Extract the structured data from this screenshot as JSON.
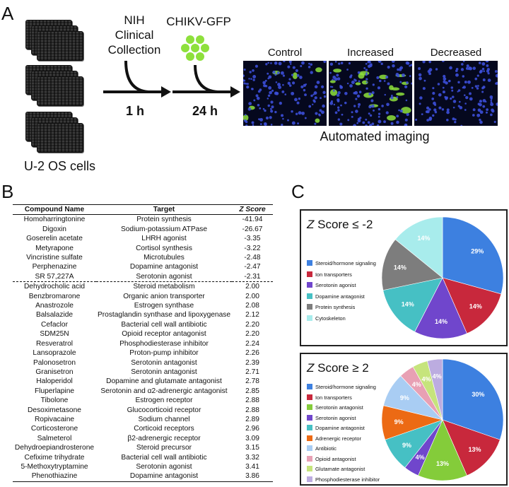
{
  "panel_a": {
    "letter": "A",
    "collection_label": "NIH\nClinical\nCollection",
    "virus_label": "CHIKV-GFP",
    "time1": "1 h",
    "time2": "24 h",
    "cells_label": "U-2 OS cells",
    "image_labels": [
      "Control",
      "Increased",
      "Decreased"
    ],
    "imaging_label": "Automated imaging",
    "colors": {
      "gfp": "#8ee03c",
      "nuclei": "#3c4fd8",
      "background": "#05081e"
    }
  },
  "panel_b": {
    "letter": "B",
    "headers": {
      "compound": "Compound Name",
      "target": "Target",
      "zscore": "Z Score"
    },
    "rows_negative": [
      {
        "compound": "Homoharringtonine",
        "target": "Protein synthesis",
        "z": "-41.94"
      },
      {
        "compound": "Digoxin",
        "target": "Sodium-potassium ATPase",
        "z": "-26.67"
      },
      {
        "compound": "Goserelin acetate",
        "target": "LHRH agonist",
        "z": "-3.35"
      },
      {
        "compound": "Metyrapone",
        "target": "Cortisol synthesis",
        "z": "-3.22"
      },
      {
        "compound": "Vincristine sulfate",
        "target": "Microtubules",
        "z": "-2.48"
      },
      {
        "compound": "Perphenazine",
        "target": "Dopamine antagonist",
        "z": "-2.47"
      },
      {
        "compound": "SR 57,227A",
        "target": "Serotonin agonist",
        "z": "-2.31"
      }
    ],
    "rows_positive": [
      {
        "compound": "Dehydrocholic acid",
        "target": "Steroid metabolism",
        "z": "2.00"
      },
      {
        "compound": "Benzbromarone",
        "target": "Organic anion transporter",
        "z": "2.00"
      },
      {
        "compound": "Anastrozole",
        "target": "Estrogen synthase",
        "z": "2.08"
      },
      {
        "compound": "Balsalazide",
        "target": "Prostaglandin synthase and lipoxygenase",
        "z": "2.12"
      },
      {
        "compound": "Cefaclor",
        "target": "Bacterial cell wall antibiotic",
        "z": "2.20"
      },
      {
        "compound": "SDM25N",
        "target": "Opioid receptor antagonist",
        "z": "2.20"
      },
      {
        "compound": "Resveratrol",
        "target": "Phosphodiesterase inhibitor",
        "z": "2.24"
      },
      {
        "compound": "Lansoprazole",
        "target": "Proton-pump inhibitor",
        "z": "2.26"
      },
      {
        "compound": "Palonosetron",
        "target": "Serotonin antagonist",
        "z": "2.39"
      },
      {
        "compound": "Granisetron",
        "target": "Serotonin antagonist",
        "z": "2.71"
      },
      {
        "compound": "Haloperidol",
        "target": "Dopamine and glutamate antagonist",
        "z": "2.78"
      },
      {
        "compound": "Fluperlapine",
        "target": "Serotonin and α2-adrenergic antagonist",
        "z": "2.85"
      },
      {
        "compound": "Tibolone",
        "target": "Estrogen receptor",
        "z": "2.88"
      },
      {
        "compound": "Desoximetasone",
        "target": "Glucocorticoid receptor",
        "z": "2.88"
      },
      {
        "compound": "Ropivacaine",
        "target": "Sodium channel",
        "z": "2.89"
      },
      {
        "compound": "Corticosterone",
        "target": "Corticoid receptors",
        "z": "2.96"
      },
      {
        "compound": "Salmeterol",
        "target": "β2-adrenergic receptor",
        "z": "3.09"
      },
      {
        "compound": "Dehydroepiandrosterone",
        "target": "Steroid precursor",
        "z": "3.15"
      },
      {
        "compound": "Cefixime trihydrate",
        "target": "Bacterial cell wall antibiotic",
        "z": "3.32"
      },
      {
        "compound": "5-Methoxytryptamine",
        "target": "Serotonin agonist",
        "z": "3.41"
      },
      {
        "compound": "Phenothiazine",
        "target": "Dopamine antagonist",
        "z": "3.86"
      }
    ]
  },
  "panel_c": {
    "letter": "C",
    "pie_neg_title": "Z Score ≤ -2",
    "pie_pos_title": "Z Score ≥ 2"
  },
  "chart_data": [
    {
      "type": "pie",
      "title": "Z Score ≤ -2",
      "categories": [
        "Steroid/hormone signaling",
        "Ion transporters",
        "Serotonin agonist",
        "Dopamine antagonist",
        "Protein synthesis",
        "Cytoskeleton"
      ],
      "values": [
        29,
        14,
        14,
        14,
        14,
        14
      ],
      "labels": [
        "29%",
        "14%",
        "14%",
        "14%",
        "14%",
        "14%"
      ],
      "colors": [
        "#3d80e0",
        "#c8283c",
        "#7046cc",
        "#46c0c4",
        "#7d7d7d",
        "#a8ecec"
      ],
      "legend": "left"
    },
    {
      "type": "pie",
      "title": "Z Score ≥ 2",
      "categories": [
        "Steroid/hormone signaling",
        "Ion transporters",
        "Serotonin antagonist",
        "Serotonin agonist",
        "Dopamine antagonist",
        "Adrenergic receptor",
        "Antibiotic",
        "Opioid antagonist",
        "Glutamate antagonist",
        "Phosphodiesterase inhibitor"
      ],
      "values": [
        30,
        13,
        13,
        4,
        9,
        9,
        9,
        4,
        4,
        4
      ],
      "labels": [
        "30%",
        "13%",
        "13%",
        "4%",
        "9%",
        "9%",
        "9%",
        "4%",
        "4%",
        "4%"
      ],
      "colors": [
        "#3d80e0",
        "#c8283c",
        "#84cc3a",
        "#7046cc",
        "#46c0c4",
        "#ec6a14",
        "#a9cdf3",
        "#e8a0b4",
        "#c6e47c",
        "#bcace0"
      ],
      "legend": "left"
    }
  ]
}
